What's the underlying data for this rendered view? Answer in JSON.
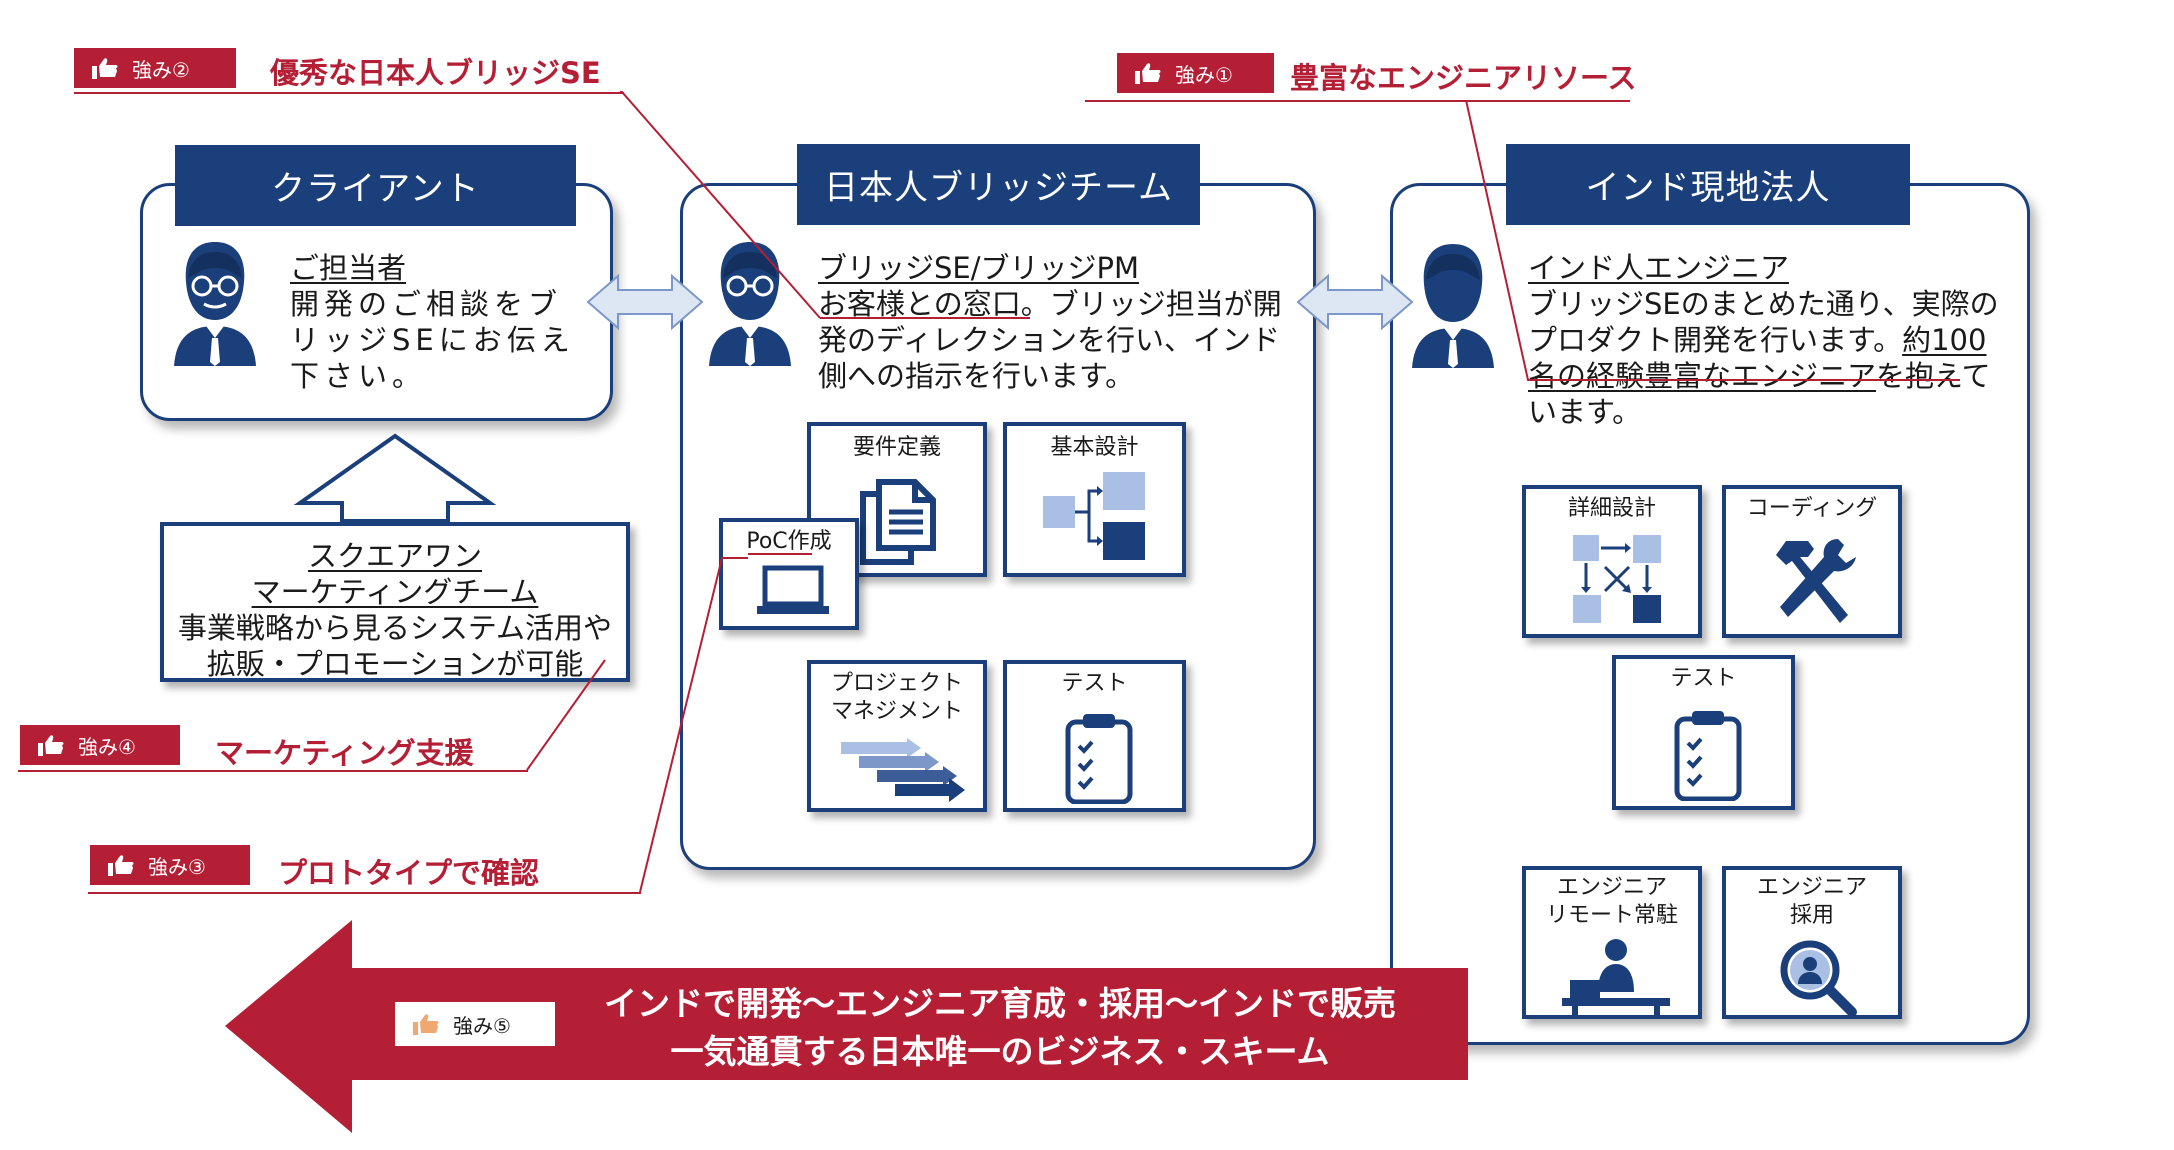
{
  "client": {
    "title": "クライアント",
    "role": "ご担当者",
    "desc": "開発のご相談をブリッジSEにお伝え下さい。"
  },
  "bridge": {
    "title": "日本人ブリッジチーム",
    "role": "ブリッジSE/ブリッジPM",
    "desc_highlight": "お客様との窓口",
    "desc_rest": "。ブリッジ担当が開発のディレクションを行い、インド側への指示を行います。",
    "tasks": {
      "requirements": "要件定義",
      "basic_design": "基本設計",
      "poc": "PoC作成",
      "pm_line1": "プロジェクト",
      "pm_line2": "マネジメント",
      "test": "テスト"
    }
  },
  "india": {
    "title": "インド現地法人",
    "role": "インド人エンジニア",
    "desc_1": "ブリッジSEのまとめた通り、実際のプロダクト開発を行います。",
    "desc_highlight": "約100名の経験豊富なエンジニア",
    "desc_2": "を抱えています。",
    "tasks": {
      "detail_design": "詳細設計",
      "coding": "コーディング",
      "test": "テスト",
      "remote_line1": "エンジニア",
      "remote_line2": "リモート常駐",
      "hire_line1": "エンジニア",
      "hire_line2": "採用"
    }
  },
  "marketing": {
    "line1": "スクエアワン",
    "line2": "マーケティングチーム",
    "line3": "事業戦略から見るシステム活用や",
    "line4": "拡販・プロモーションが可能"
  },
  "strengths": {
    "s1": {
      "label": "強み①",
      "title": "豊富なエンジニアリソース"
    },
    "s2": {
      "label": "強み②",
      "title": "優秀な日本人ブリッジSE"
    },
    "s3": {
      "label": "強み③",
      "title": "プロトタイプで確認"
    },
    "s4": {
      "label": "強み④",
      "title": "マーケティング支援"
    },
    "s5": {
      "label": "強み⑤",
      "line1": "インドで開発〜エンジニア育成・採用〜インドで販売",
      "line2": "一気通貫する日本唯一のビジネス・スキーム"
    }
  },
  "colors": {
    "navy": "#1b3f7a",
    "red": "#b51f35",
    "light_blue": "#a9bfe3",
    "arrow_fill": "#dde6f3"
  }
}
